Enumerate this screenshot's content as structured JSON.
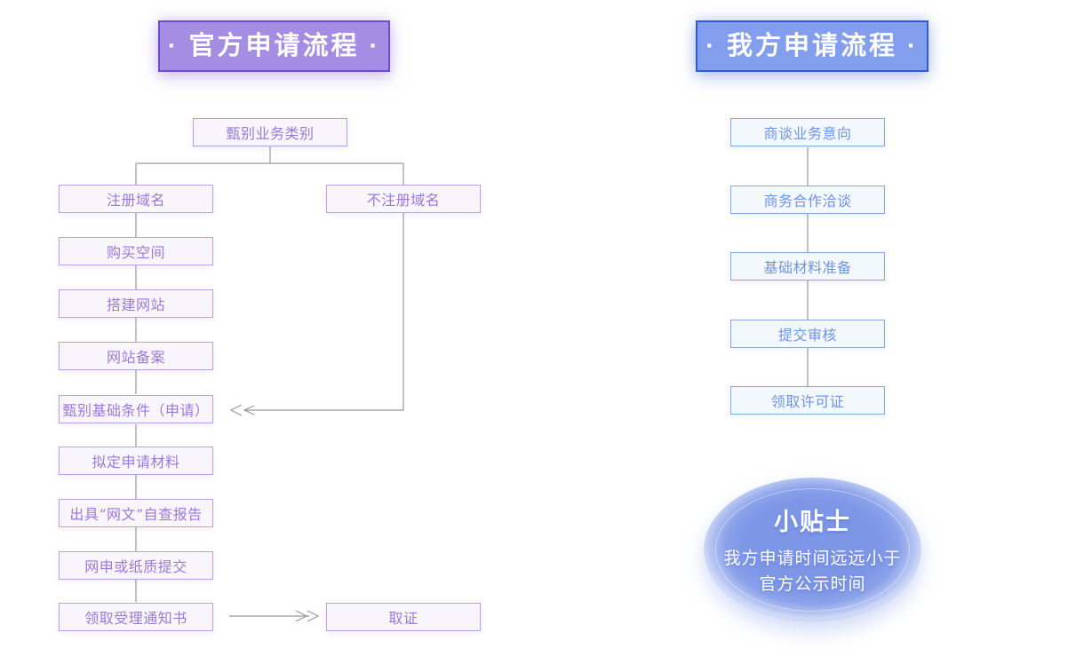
{
  "official": {
    "title": "· 官方申请流程 ·",
    "accent_fill": "#a48de3",
    "accent_border": "#6f49d0",
    "box_fill": "#f8f5fd",
    "box_border": "#b7a3e3",
    "box_text_color": "#9b79d8",
    "steps": {
      "screen_category": "甄别业务类别",
      "register_domain": "注册域名",
      "no_register_domain": "不注册域名",
      "buy_space": "购买空间",
      "build_site": "搭建网站",
      "site_filing": "网站备案",
      "screen_conditions": "甄别基础条件（申请）",
      "draft_materials": "拟定申请材料",
      "self_report": "出具“网文”自查报告",
      "submit": "网申或纸质提交",
      "acceptance_notice": "领取受理通知书",
      "get_certificate": "取证"
    }
  },
  "ours": {
    "title": "· 我方申请流程 ·",
    "accent_fill": "#829eec",
    "accent_border": "#2e5ae2",
    "box_fill": "#f3f7fe",
    "box_border": "#8aa7ec",
    "box_text_color": "#6f94e6",
    "steps": {
      "discuss_intent": "商谈业务意向",
      "business_negotiation": "商务合作洽谈",
      "material_prep": "基础材料准备",
      "submit_review": "提交审核",
      "get_license": "领取许可证"
    },
    "tip": {
      "title": "小贴士",
      "line1": "我方申请时间远远小于",
      "line2": "官方公示时间",
      "ellipse_color": "#7d96e6"
    }
  },
  "connector_color": "#999999"
}
